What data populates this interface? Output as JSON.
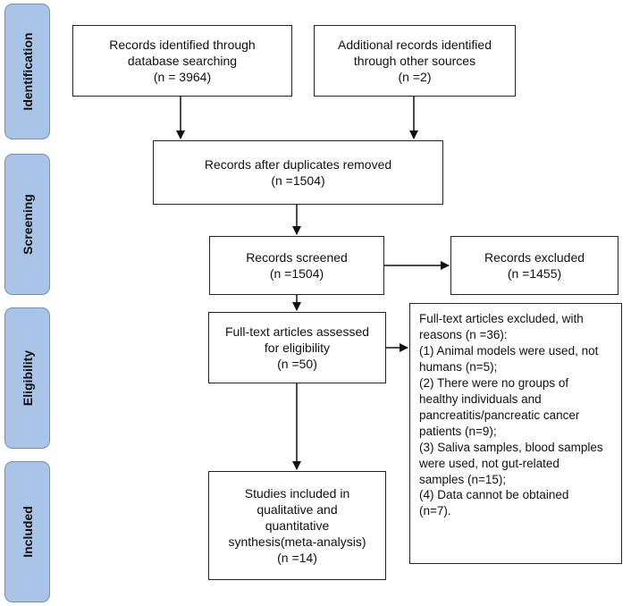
{
  "phases": {
    "identification": "Identification",
    "screening": "Screening",
    "eligibility": "Eligibility",
    "included": "Included"
  },
  "boxes": {
    "database_records": "Records identified through\ndatabase searching\n(n = 3964)",
    "other_records": "Additional records identified\nthrough other sources\n(n =2)",
    "after_duplicates": "Records after duplicates removed\n(n =1504)",
    "screened": "Records screened\n(n =1504)",
    "excluded": "Records excluded\n(n =1455)",
    "fulltext_assessed": "Full-text articles assessed\nfor eligibility\n(n =50)",
    "fulltext_excluded": "Full-text articles excluded, with\nreasons (n =36):\n(1) Animal models were used, not\nhumans (n=5);\n(2) There were no groups of\nhealthy individuals and\npancreatitis/pancreatic cancer\npatients (n=9);\n(3) Saliva samples, blood samples\nwere used, not gut-related\nsamples (n=15);\n(4) Data cannot be obtained\n(n=7).",
    "included_studies": "Studies included in\nqualitative and\nquantitative\nsynthesis(meta-analysis)\n(n =14)"
  }
}
